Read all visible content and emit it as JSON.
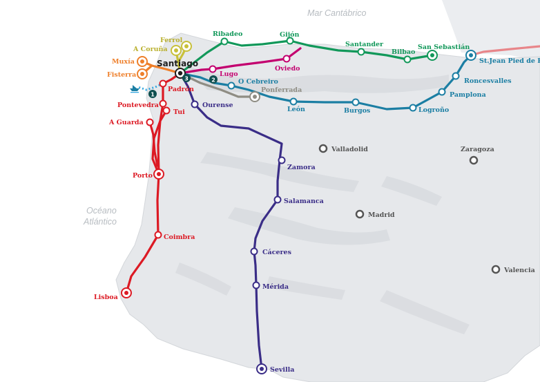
{
  "colors": {
    "frances": "#1b7ea3",
    "norte": "#12985a",
    "primitivo": "#c3006f",
    "portugues": "#dc1a24",
    "plata": "#3a2d87",
    "sanabres": "#8f8d84",
    "fisterra": "#ee7f2a",
    "ingles": "#c8c03a",
    "arousa": "#36a8df",
    "france": "#e8868a",
    "cities": "#555555",
    "land": "#e9ebee",
    "sea": "#ffffff"
  },
  "hub": {
    "name": "Santiago",
    "icon": "target-icon"
  },
  "seas": {
    "cantabrico": "Mar Cantábrico",
    "atlantico_1": "Océano",
    "atlantico_2": "Atlántico"
  },
  "badges": {
    "b1": "1",
    "b2": "2",
    "b3": "3"
  },
  "boat": {
    "icon": "boat-icon"
  },
  "stops": {
    "ferrol": "Ferrol",
    "coruna": "A Coruña",
    "muxia": "Muxía",
    "fisterra": "Fisterra",
    "ribadeo": "Ribadeo",
    "gijon": "Gijón",
    "santander": "Santander",
    "bilbao": "Bilbao",
    "sansebastian": "San Sebastián",
    "oviedo": "Oviedo",
    "lugo": "Lugo",
    "cebreiro": "O Cebreiro",
    "ponferrada": "Ponferrada",
    "leon": "León",
    "burgos": "Burgos",
    "logrono": "Logroño",
    "pamplona": "Pamplona",
    "roncesvalles": "Roncesvalles",
    "stjean": "St.Jean Pied de P",
    "padron": "Padrón",
    "pontevedra": "Pontevedra",
    "tui": "Tui",
    "aguarda": "A Guarda",
    "porto": "Porto",
    "coimbra": "Coimbra",
    "lisboa": "Lisboa",
    "ourense": "Ourense",
    "zamora": "Zamora",
    "salamanca": "Salamanca",
    "caceres": "Cáceres",
    "merida": "Mérida",
    "sevilla": "Sevilla"
  },
  "cities": {
    "valladolid": "Valladolid",
    "zaragoza": "Zaragoza",
    "madrid": "Madrid",
    "valencia": "Valencia"
  }
}
